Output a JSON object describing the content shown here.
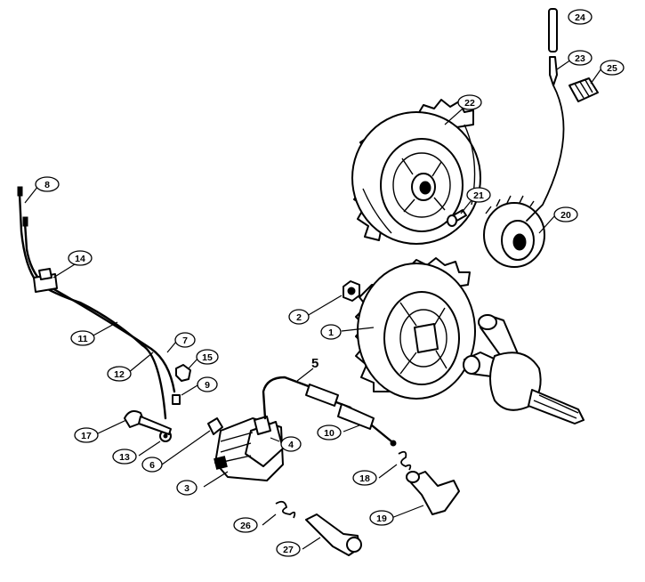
{
  "callouts": [
    {
      "id": "c1",
      "text": "1"
    },
    {
      "id": "c2",
      "text": "2"
    },
    {
      "id": "c3",
      "text": "3"
    },
    {
      "id": "c4",
      "text": "4"
    },
    {
      "id": "c5",
      "text": "5"
    },
    {
      "id": "c6",
      "text": "6"
    },
    {
      "id": "c7",
      "text": "7"
    },
    {
      "id": "c8",
      "text": "8"
    },
    {
      "id": "c9",
      "text": "9"
    },
    {
      "id": "c10",
      "text": "10"
    },
    {
      "id": "c11",
      "text": "11"
    },
    {
      "id": "c12",
      "text": "12"
    },
    {
      "id": "c13",
      "text": "13"
    },
    {
      "id": "c14",
      "text": "14"
    },
    {
      "id": "c15",
      "text": "15"
    },
    {
      "id": "c17",
      "text": "17"
    },
    {
      "id": "c18",
      "text": "18"
    },
    {
      "id": "c19",
      "text": "19"
    },
    {
      "id": "c20",
      "text": "20"
    },
    {
      "id": "c21",
      "text": "21"
    },
    {
      "id": "c22",
      "text": "22"
    },
    {
      "id": "c23",
      "text": "23"
    },
    {
      "id": "c24",
      "text": "24"
    },
    {
      "id": "c25",
      "text": "25"
    },
    {
      "id": "c26",
      "text": "26"
    },
    {
      "id": "c27",
      "text": "27"
    }
  ]
}
